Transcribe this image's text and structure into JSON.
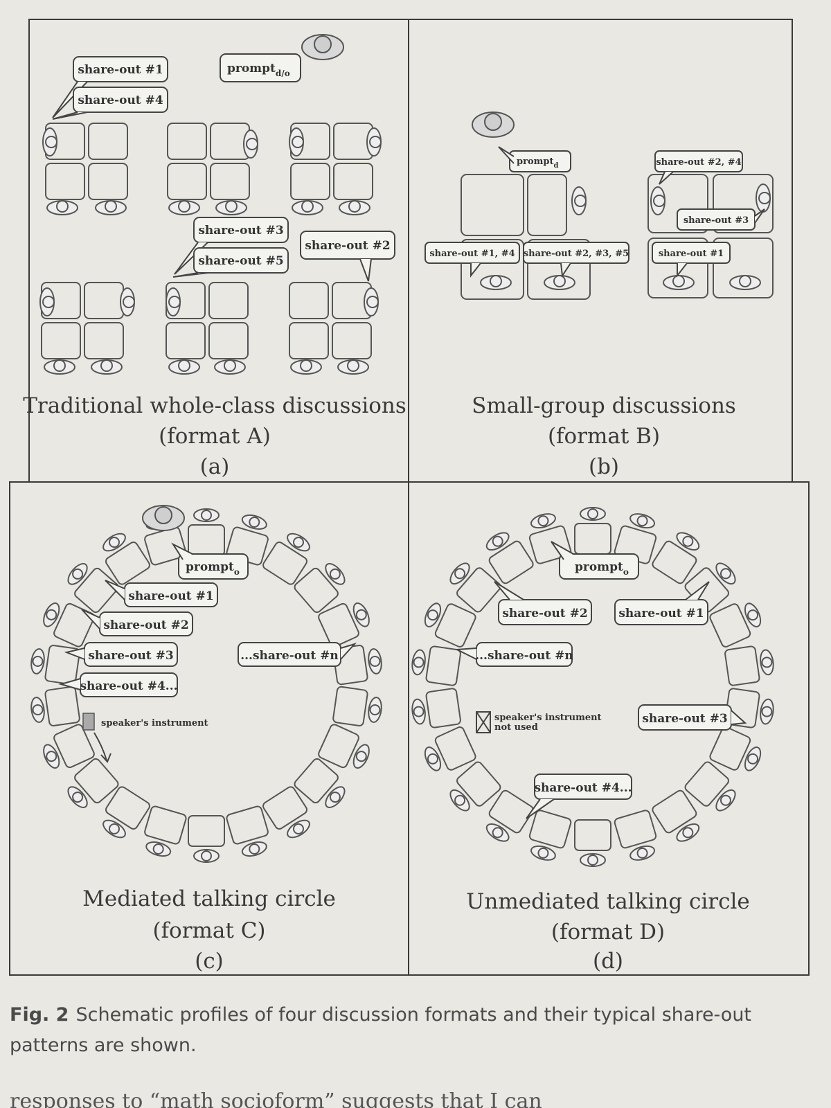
{
  "panels": [
    {
      "id": "a",
      "title": "Traditional whole-class discussions",
      "format": "(format A)",
      "letter": "(a)",
      "prompt": {
        "base": "prompt",
        "sub": "d/o"
      },
      "labels": [
        "share-out #1",
        "share-out #4",
        "share-out #3",
        "share-out #5",
        "share-out #2"
      ]
    },
    {
      "id": "b",
      "title": "Small-group discussions",
      "format": "(format B)",
      "letter": "(b)",
      "prompt": {
        "base": "prompt",
        "sub": "d"
      },
      "labels": [
        "share-out #2, #4",
        "share-out #3",
        "share-out #1, #4",
        "share-out #2, #3, #5",
        "share-out #1"
      ]
    },
    {
      "id": "c",
      "title": "Mediated talking circle",
      "format": "(format C)",
      "letter": "(c)",
      "prompt": {
        "base": "prompt",
        "sub": "o"
      },
      "labels": [
        "share-out #1",
        "share-out #2",
        "share-out #3",
        "share-out #4...",
        "...share-out #n"
      ],
      "note": "speaker's instrument"
    },
    {
      "id": "d",
      "title": "Unmediated talking circle",
      "format": "(format D)",
      "letter": "(d)",
      "prompt": {
        "base": "prompt",
        "sub": "o"
      },
      "labels": [
        "share-out #2",
        "share-out #1",
        "...share-out #n",
        "share-out #3",
        "share-out #4..."
      ],
      "note_line1": "speaker's instrument",
      "note_line2": "not used"
    }
  ],
  "caption": {
    "label": "Fig. 2",
    "text": "Schematic profiles of four discussion formats and their typical share-out patterns are shown."
  },
  "footer_fragment": "responses to “math socioform” suggests that I can"
}
